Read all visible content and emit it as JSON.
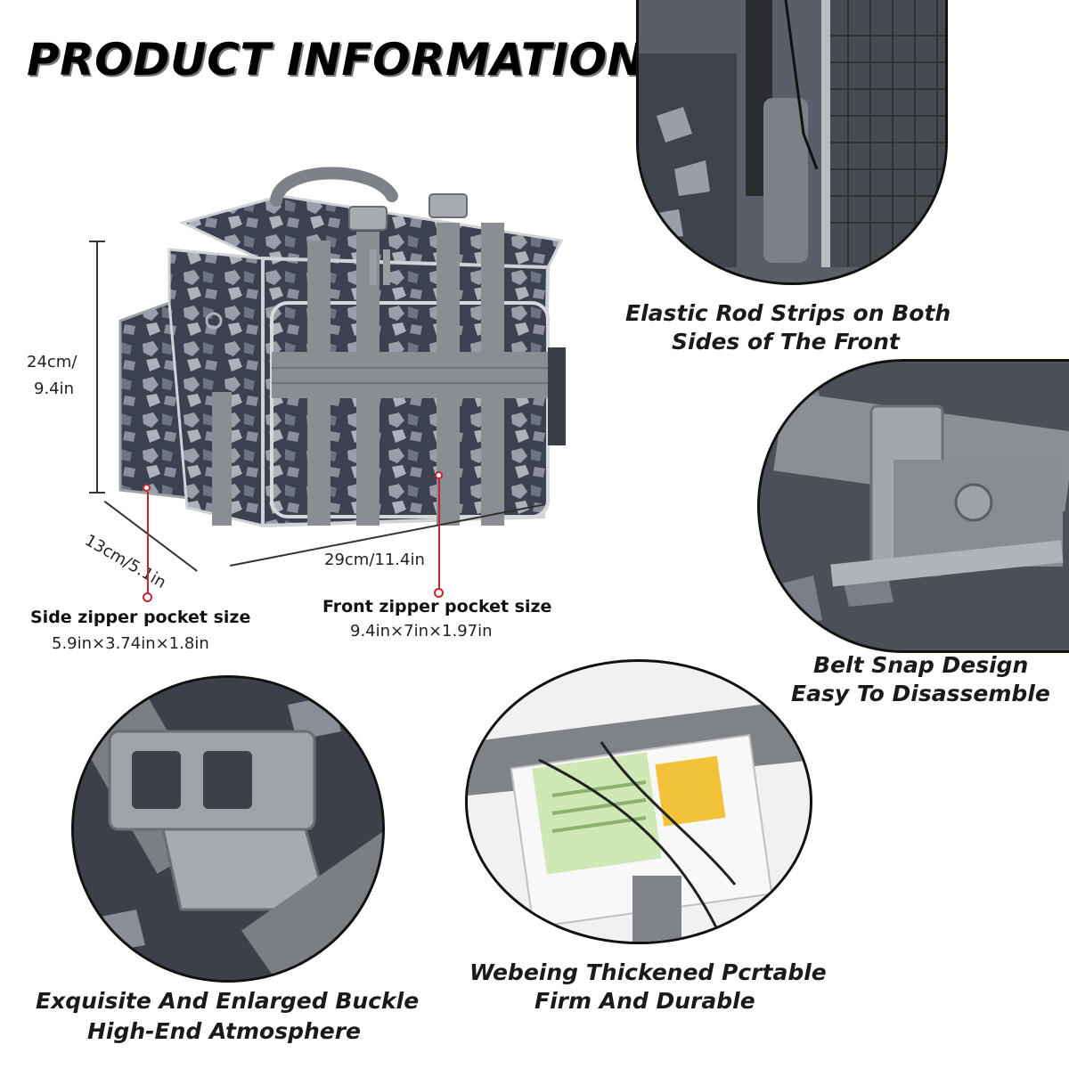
{
  "header": {
    "title": "PRODUCT INFORMATION"
  },
  "dimensions": {
    "height": "24cm/\n9.4in",
    "height_line1": "24cm/",
    "height_line2": "9.4in",
    "depth": "13cm/5.1in",
    "width": "29cm/11.4in"
  },
  "pockets": {
    "side": {
      "title": "Side zipper pocket size",
      "size": "5.9in×3.74in×1.8in"
    },
    "front": {
      "title": "Front zipper pocket size",
      "size": "9.4in×7in×1.97in"
    }
  },
  "features": {
    "rod": {
      "line1": "Elastic Rod Strips on Both",
      "line2": "Sides of The Front"
    },
    "belt": {
      "line1": "Belt Snap Design",
      "line2": "Easy To Disassemble"
    },
    "buckle": {
      "line1": "Exquisite And Enlarged Buckle",
      "line2": "High-End Atmosphere"
    },
    "board": {
      "line1": "Webeing Thickened Pcrtable",
      "line2": "Firm And Durable"
    }
  },
  "icons": [
    "fishing-bag-image",
    "rod-strip-closeup",
    "belt-snap-closeup",
    "buckle-closeup",
    "webbing-closeup"
  ],
  "colors": {
    "accent": "#c0282e",
    "fabric": "#5b5f68",
    "webbing": "#8a8d92"
  }
}
